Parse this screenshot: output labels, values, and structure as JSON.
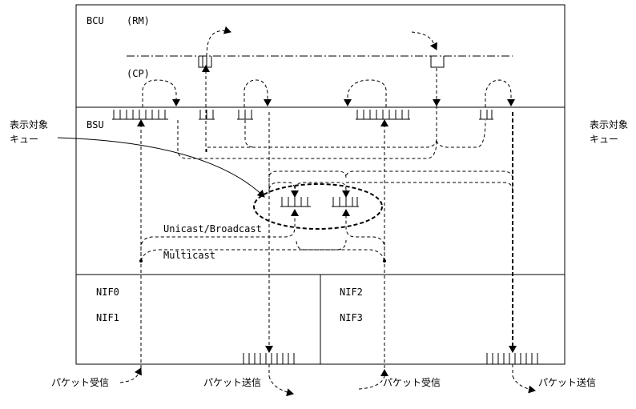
{
  "labels": {
    "bcu": "BCU",
    "rm": "(RM)",
    "cp": "(CP)",
    "bsu": "BSU",
    "display_queue_left_1": "表示対象",
    "display_queue_left_2": "キュー",
    "display_queue_right_1": "表示対象",
    "display_queue_right_2": "キュー",
    "unicast_broadcast": "Unicast/Broadcast",
    "multicast": "Multicast",
    "nif0": "NIF0",
    "nif1": "NIF1",
    "nif2": "NIF2",
    "nif3": "NIF3",
    "rx_left": "パケット受信",
    "tx_left": "パケット送信",
    "rx_right": "パケット受信",
    "tx_right": "パケット送信"
  }
}
